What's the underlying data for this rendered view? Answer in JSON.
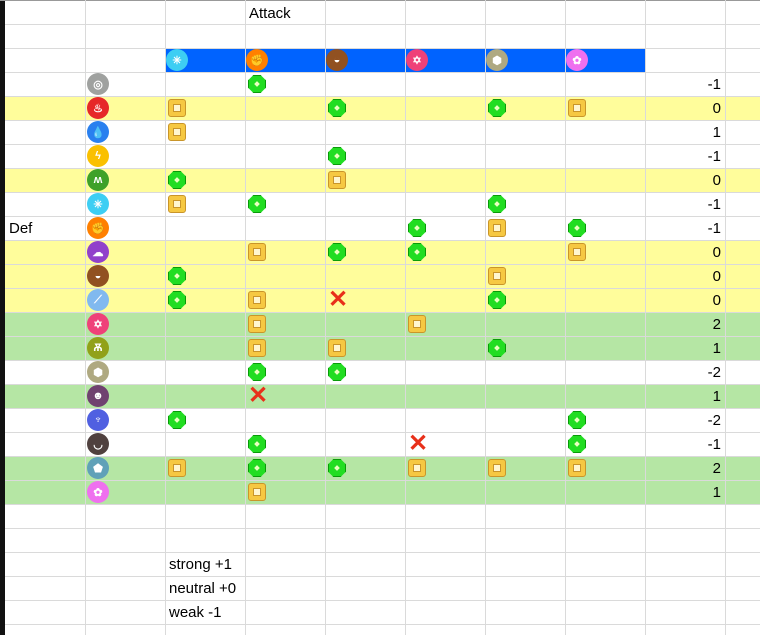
{
  "title": "Attack",
  "def_label": "Def",
  "attack_types": [
    {
      "name": "ice",
      "color": "#3dcef3",
      "glyph": "✳"
    },
    {
      "name": "fighting",
      "color": "#ff8000",
      "glyph": "✊"
    },
    {
      "name": "ground",
      "color": "#915121",
      "glyph": "◒"
    },
    {
      "name": "psychic",
      "color": "#ef4179",
      "glyph": "✡"
    },
    {
      "name": "rock",
      "color": "#afa981",
      "glyph": "⬢"
    },
    {
      "name": "fairy",
      "color": "#ef70ef",
      "glyph": "✿"
    }
  ],
  "legend_marks": {
    "S": "strong",
    "N": "neutral",
    "W": "weak"
  },
  "rows": [
    {
      "type": "normal",
      "color": "#9fa19f",
      "glyph": "◎",
      "marks": [
        "",
        "S",
        "",
        "",
        "",
        ""
      ],
      "score": "-1",
      "highlight": ""
    },
    {
      "type": "fire",
      "color": "#e62829",
      "glyph": "♨",
      "marks": [
        "N",
        "",
        "S",
        "",
        "S",
        "N"
      ],
      "score": "0",
      "highlight": "#fffd9b"
    },
    {
      "type": "water",
      "color": "#2980ef",
      "glyph": "💧",
      "marks": [
        "N",
        "",
        "",
        "",
        "",
        ""
      ],
      "score": "1",
      "highlight": ""
    },
    {
      "type": "electric",
      "color": "#fac000",
      "glyph": "ϟ",
      "marks": [
        "",
        "",
        "S",
        "",
        "",
        ""
      ],
      "score": "-1",
      "highlight": ""
    },
    {
      "type": "grass",
      "color": "#3fa129",
      "glyph": "ʍ",
      "marks": [
        "S",
        "",
        "N",
        "",
        "",
        ""
      ],
      "score": "0",
      "highlight": "#fffd9b"
    },
    {
      "type": "ice",
      "color": "#3dcef3",
      "glyph": "✳",
      "marks": [
        "N",
        "S",
        "",
        "",
        "S",
        ""
      ],
      "score": "-1",
      "highlight": ""
    },
    {
      "type": "fighting",
      "color": "#ff8000",
      "glyph": "✊",
      "marks": [
        "",
        "",
        "",
        "S",
        "N",
        "S"
      ],
      "score": "-1",
      "highlight": ""
    },
    {
      "type": "poison",
      "color": "#9141cb",
      "glyph": "☁",
      "marks": [
        "",
        "N",
        "S",
        "S",
        "",
        "N"
      ],
      "score": "0",
      "highlight": "#fffd9b"
    },
    {
      "type": "ground",
      "color": "#915121",
      "glyph": "◒",
      "marks": [
        "S",
        "",
        "",
        "",
        "N",
        ""
      ],
      "score": "0",
      "highlight": "#fffd9b"
    },
    {
      "type": "flying",
      "color": "#81b9ef",
      "glyph": "⟋",
      "marks": [
        "S",
        "N",
        "W",
        "",
        "S",
        ""
      ],
      "score": "0",
      "highlight": "#fffd9b"
    },
    {
      "type": "psychic",
      "color": "#ef4179",
      "glyph": "✡",
      "marks": [
        "",
        "N",
        "",
        "N",
        "",
        ""
      ],
      "score": "2",
      "highlight": "#b5e6a4"
    },
    {
      "type": "bug",
      "color": "#91a119",
      "glyph": "Ѫ",
      "marks": [
        "",
        "N",
        "N",
        "",
        "S",
        ""
      ],
      "score": "1",
      "highlight": "#b5e6a4"
    },
    {
      "type": "rock",
      "color": "#afa981",
      "glyph": "⬢",
      "marks": [
        "",
        "S",
        "S",
        "",
        "",
        ""
      ],
      "score": "-2",
      "highlight": ""
    },
    {
      "type": "ghost",
      "color": "#704170",
      "glyph": "☻",
      "marks": [
        "",
        "W",
        "",
        "",
        "",
        ""
      ],
      "score": "1",
      "highlight": "#b5e6a4"
    },
    {
      "type": "dragon",
      "color": "#5060e1",
      "glyph": "♆",
      "marks": [
        "S",
        "",
        "",
        "",
        "",
        "S"
      ],
      "score": "-2",
      "highlight": ""
    },
    {
      "type": "dark",
      "color": "#50413f",
      "glyph": "◡",
      "marks": [
        "",
        "S",
        "",
        "W",
        "",
        "S"
      ],
      "score": "-1",
      "highlight": ""
    },
    {
      "type": "steel",
      "color": "#60a1b8",
      "glyph": "⬟",
      "marks": [
        "N",
        "S",
        "S",
        "N",
        "N",
        "N"
      ],
      "score": "2",
      "highlight": "#b5e6a4"
    },
    {
      "type": "fairy",
      "color": "#ef70ef",
      "glyph": "✿",
      "marks": [
        "",
        "N",
        "",
        "",
        "",
        ""
      ],
      "score": "1",
      "highlight": "#b5e6a4"
    }
  ],
  "legend": [
    "strong +1",
    "neutral +0",
    "weak -1"
  ]
}
